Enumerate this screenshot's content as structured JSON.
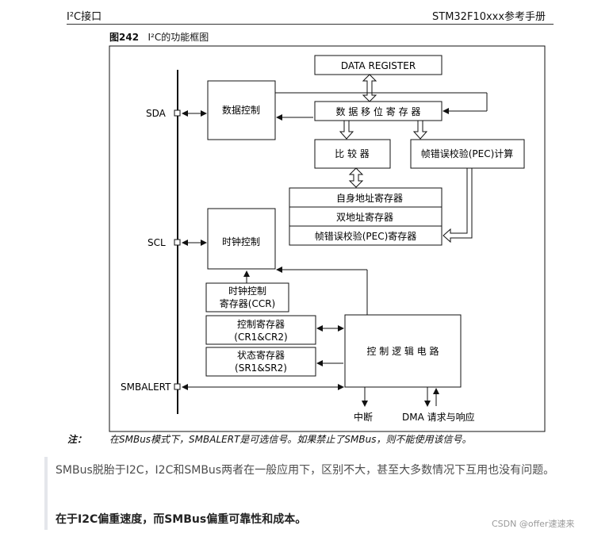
{
  "header": {
    "left": "I²C接口",
    "right": "STM32F10xxx参考手册"
  },
  "figure": {
    "number": "图242",
    "caption": "I²C的功能框图"
  },
  "diagram": {
    "pins": {
      "sda": "SDA",
      "scl": "SCL",
      "smbalert": "SMBALERT"
    },
    "blocks": {
      "data_register": "DATA REGISTER",
      "data_control": "数据控制",
      "shift_register": "数 据 移 位 寄 存 器",
      "comparator": "比 较 器",
      "pec_calc": "帧错误校验(PEC)计算",
      "own_address": "自身地址寄存器",
      "dual_address": "双地址寄存器",
      "pec_register": "帧错误校验(PEC)寄存器",
      "clock_control": "时钟控制",
      "ccr_line1": "时钟控制",
      "ccr_line2": "寄存器(CCR)",
      "cr_line1": "控制寄存器",
      "cr_line2": "(CR1&CR2)",
      "sr_line1": "状态寄存器",
      "sr_line2": "(SR1&SR2)",
      "control_logic": "控 制 逻 辑 电 路",
      "interrupt": "中断",
      "dma": "DMA 请求与响应"
    }
  },
  "note": {
    "mark": "注：",
    "text": "在SMBus模式下，SMBALERT是可选信号。如果禁止了SMBus，则不能使用该信号。"
  },
  "body": {
    "paragraph": "SMBus脱胎于I2C，I2C和SMBus两者在一般应用下，区别不大，甚至大多数情况下互用也没有问题。",
    "bold_line": "在于I2C偏重速度，而SMBus偏重可靠性和成本。"
  },
  "watermark": "CSDN @offer速速来"
}
